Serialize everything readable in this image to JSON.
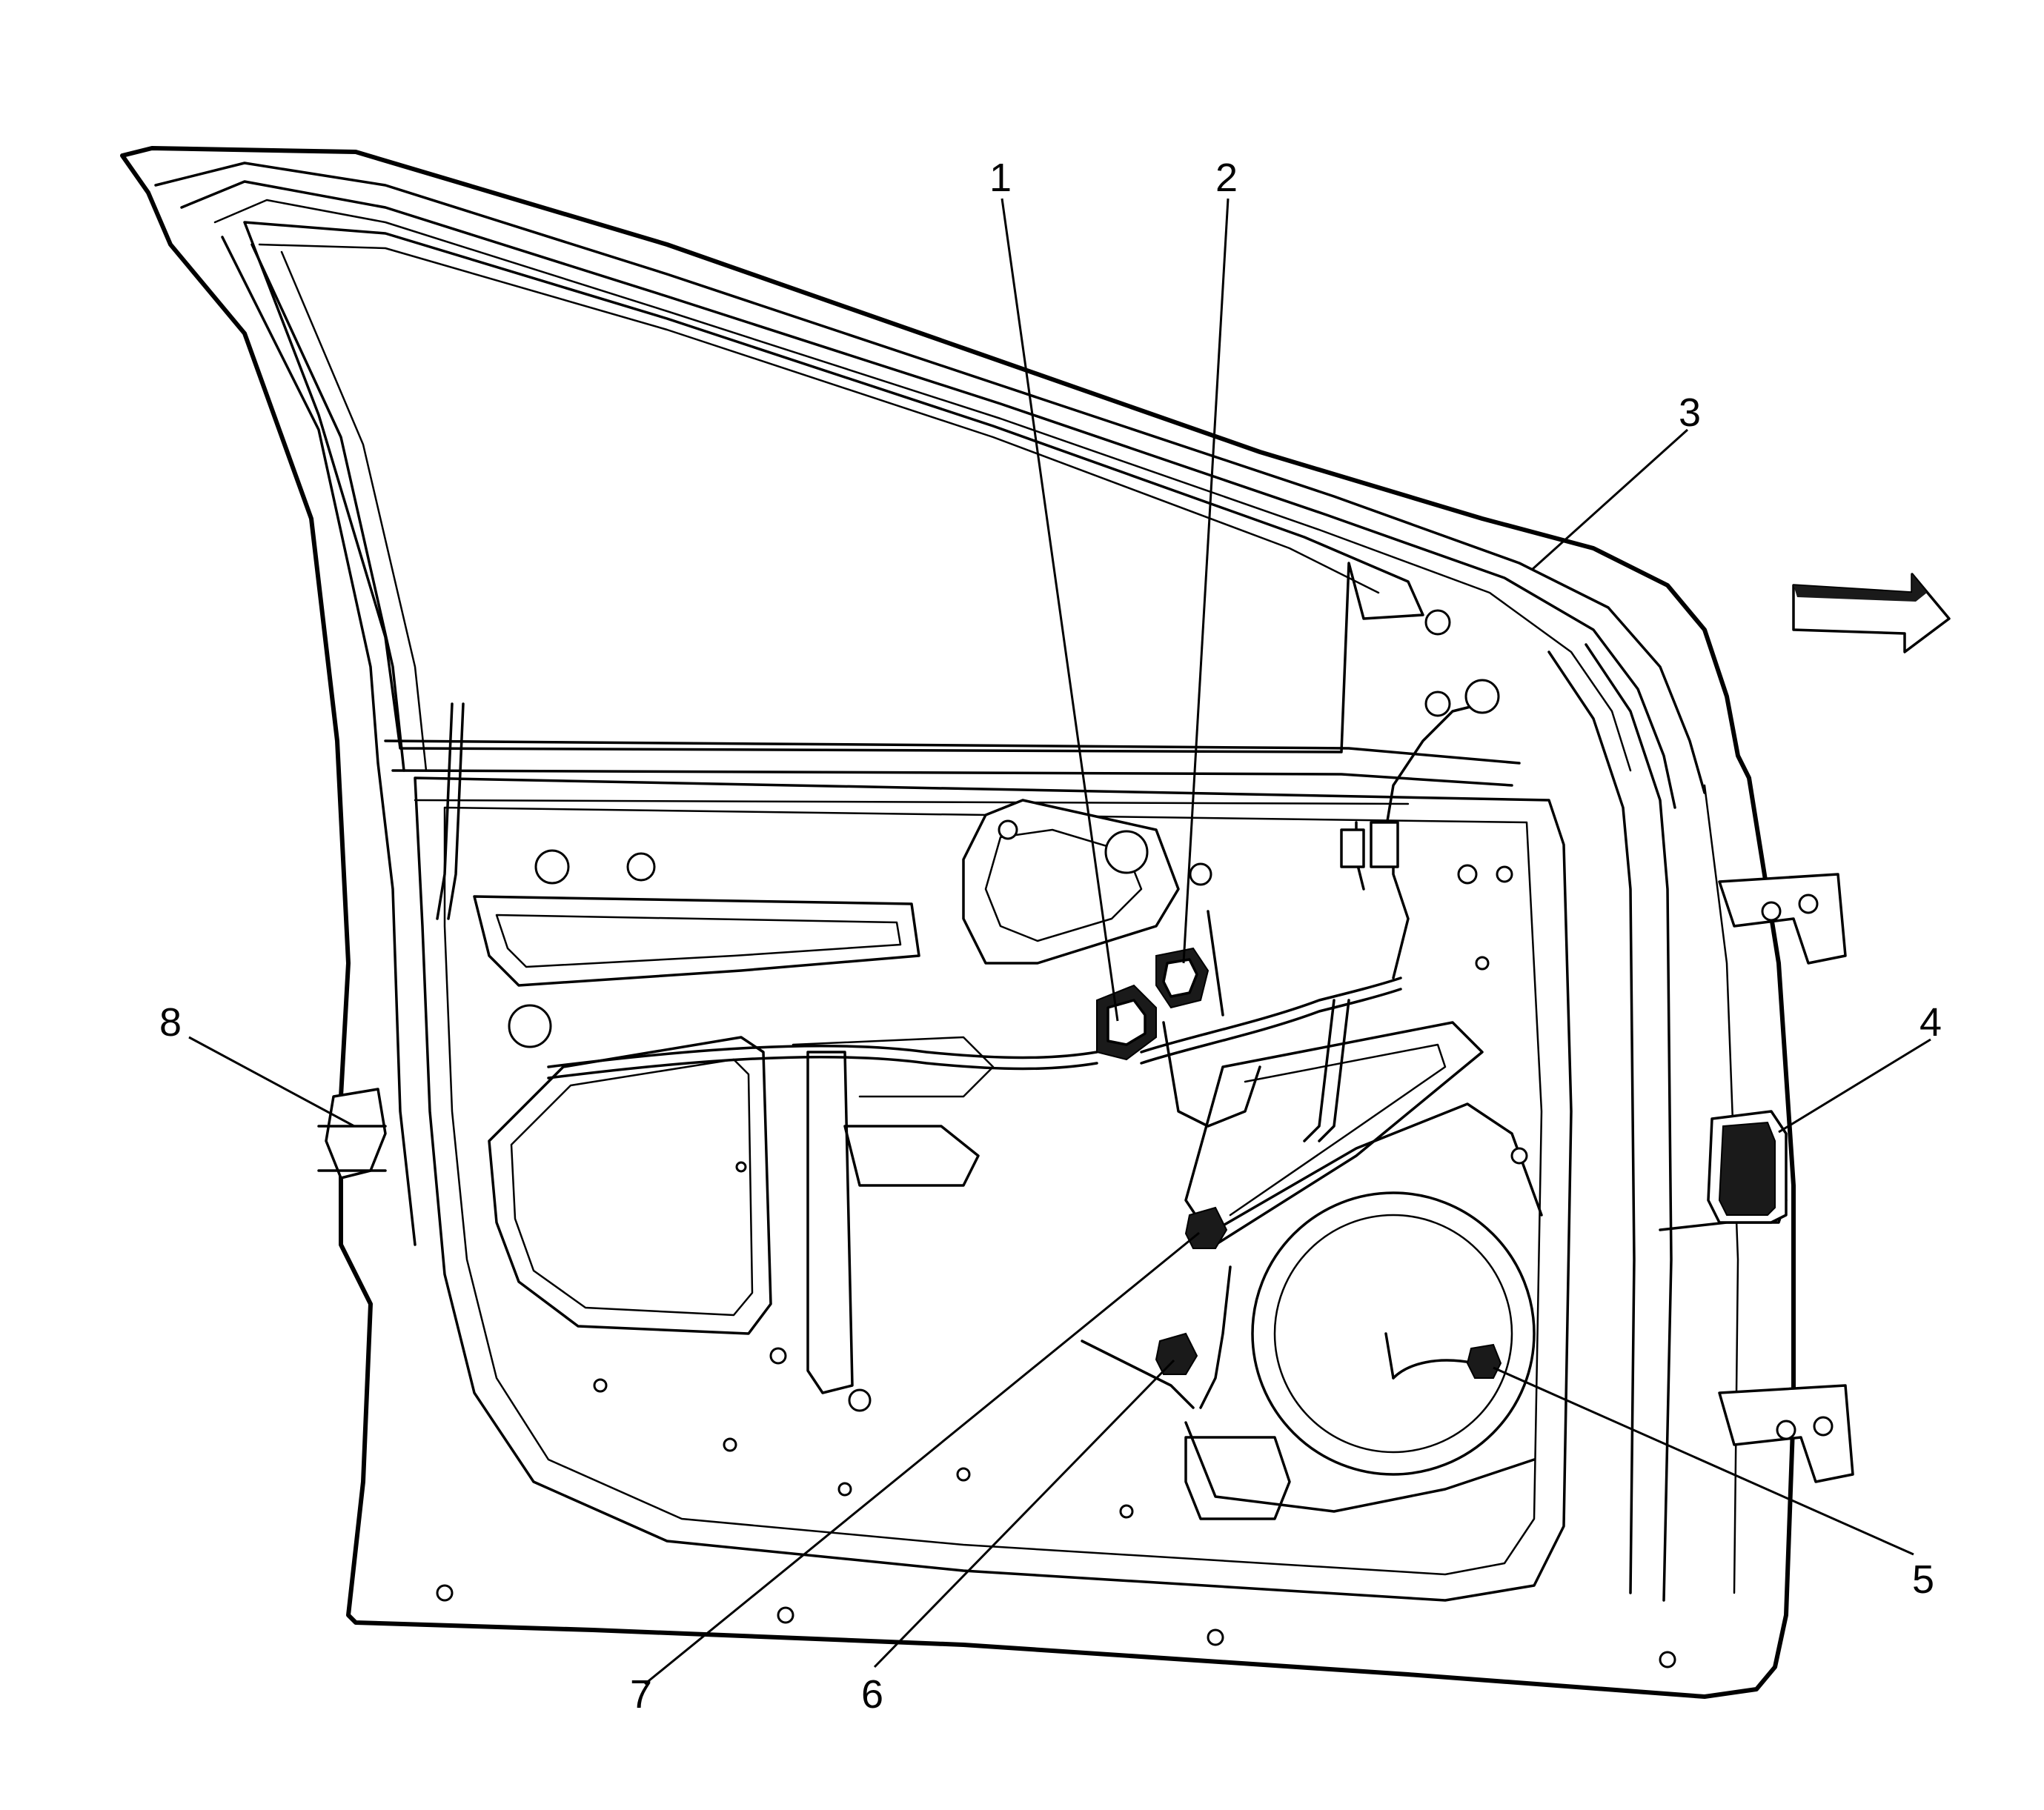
{
  "callouts": [
    {
      "id": "1",
      "label": "1"
    },
    {
      "id": "2",
      "label": "2"
    },
    {
      "id": "3",
      "label": "3"
    },
    {
      "id": "4",
      "label": "4"
    },
    {
      "id": "5",
      "label": "5"
    },
    {
      "id": "6",
      "label": "6"
    },
    {
      "id": "7",
      "label": "7"
    },
    {
      "id": "8",
      "label": "8"
    }
  ],
  "icons": {
    "direction_arrow": "forward-arrow-icon"
  }
}
